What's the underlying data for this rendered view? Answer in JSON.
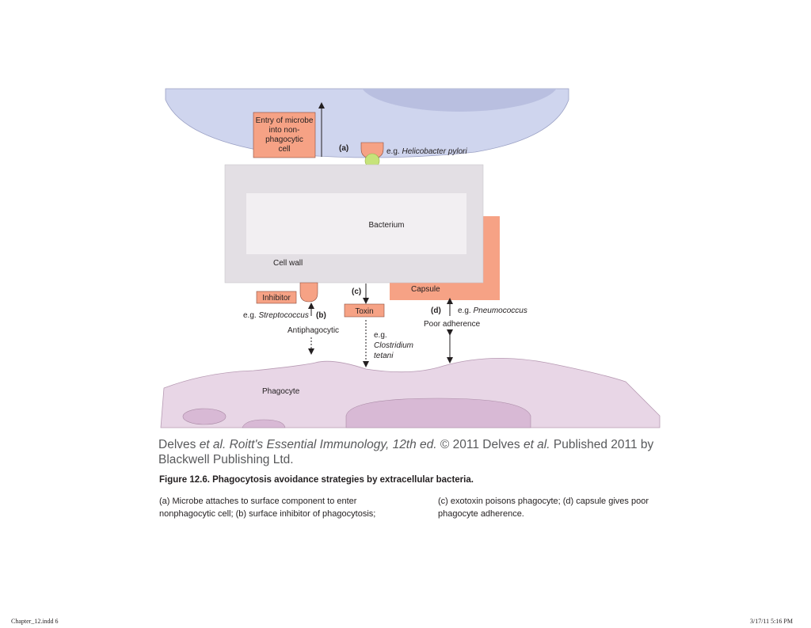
{
  "diagram": {
    "host_cell_label": "",
    "entry_label": [
      "Entry of microbe",
      "into non-",
      "phagocytic",
      "cell"
    ],
    "marker_a": "(a)",
    "example_a_prefix": "e.g. ",
    "example_a_species": "Helicobacter pylori",
    "bacterium_label": "Bacterium",
    "cell_wall_label": "Cell wall",
    "capsule_label": "Capsule",
    "marker_c": "(c)",
    "toxin_label": "Toxin",
    "example_c": [
      "e.g.",
      "Clostridium",
      "tetani"
    ],
    "inhibitor_label": "Inhibitor",
    "marker_b": "(b)",
    "example_b_prefix": "e.g. ",
    "example_b_species": "Streptococcus",
    "antiphagocytic_label": "Antiphagocytic",
    "marker_d": "(d)",
    "example_d_prefix": "e.g. ",
    "example_d_species": "Pneumococcus",
    "poor_adherence_label": "Poor adherence",
    "phagocyte_label": "Phagocyte",
    "colors": {
      "host_cell": "#cfd5ee",
      "host_nucleus": "#b9bfe0",
      "bacterium_wall": "#e3dfe4",
      "bacterium_inner": "#f2eff2",
      "capsule": "#f6a285",
      "label_box": "#f6a285",
      "receptor": "#c6e37a",
      "phagocyte": "#e8d6e6",
      "phagocyte_organelle": "#d8b9d5",
      "arrow": "#231f20"
    }
  },
  "credit": {
    "part1": "Delves ",
    "part2_italic": "et al. Roitt's Essential Immunology, 12th ed.",
    "part3": " © 2011 Delves ",
    "part4_italic": "et al.",
    "part5": " Published 2011 by Blackwell Publishing Ltd."
  },
  "figure": {
    "title": "Figure 12.6.  Phagocytosis avoidance strategies by extracellular bacteria.",
    "desc_left": "(a) Microbe attaches to surface component to enter nonphagocytic cell; (b) surface inhibitor of phagocytosis;",
    "desc_right": "(c) exotoxin poisons phagocyte; (d) capsule gives poor phagocyte adherence."
  },
  "footer": {
    "left": "Chapter_12.indd   6",
    "right": "3/17/11   5:16 PM"
  }
}
